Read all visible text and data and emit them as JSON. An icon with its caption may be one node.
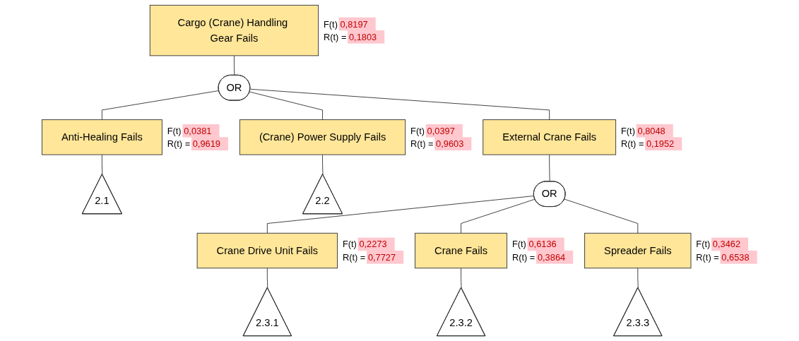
{
  "diagram": {
    "nodes": [
      {
        "text": [
          "Cargo (Crane) Handling Gear Fails"
        ],
        "beside": [
          "F(t) 0,8197",
          "R(t) = 0,1803"
        ]
      },
      {
        "text": [
          "OR"
        ]
      },
      {
        "text": [
          "Anti-Healing Fails"
        ],
        "beside": [
          "F(t) 0,0381",
          "R(t) = 0,9619"
        ]
      },
      {
        "text": [
          "(Crane) Power Supply Fails"
        ],
        "beside": [
          "F(t) 0,0397",
          "R(t) = 0,9603"
        ]
      },
      {
        "text": [
          "External Crane Fails"
        ],
        "beside": [
          "F(t) 0,8048",
          "R(t) = 0,1952"
        ]
      },
      {
        "text": [
          "2.1"
        ]
      },
      {
        "text": [
          "2.2"
        ]
      },
      {
        "text": [
          "OR"
        ]
      },
      {
        "text": [
          "Crane Drive Unit Fails"
        ],
        "beside": [
          "F(t) 0,2273",
          "R(t) = 0,7727"
        ]
      },
      {
        "text": [
          "Crane Fails"
        ],
        "beside": [
          "F(t) 0,6136",
          "R(t) = 0,3864"
        ]
      },
      {
        "text": [
          "Spreader Fails"
        ],
        "beside": [
          "F(t) 0,3462",
          "R(t) = 0,6538"
        ]
      },
      {
        "text": [
          "2.3.1"
        ]
      },
      {
        "text": [
          "2.3.2"
        ]
      },
      {
        "text": [
          "2.3.3"
        ]
      }
    ],
    "edges": [
      {
        "from": 0,
        "to": 1,
        "arrow": "none"
      },
      {
        "from": 1,
        "to": 2,
        "arrow": "none"
      },
      {
        "from": 1,
        "to": 3,
        "arrow": "none"
      },
      {
        "from": 1,
        "to": 4,
        "arrow": "none"
      },
      {
        "from": 2,
        "to": 5,
        "arrow": "none"
      },
      {
        "from": 3,
        "to": 6,
        "arrow": "none"
      },
      {
        "from": 4,
        "to": 7,
        "arrow": "none"
      },
      {
        "from": 7,
        "to": 8,
        "arrow": "none"
      },
      {
        "from": 7,
        "to": 9,
        "arrow": "none"
      },
      {
        "from": 7,
        "to": 10,
        "arrow": "none"
      },
      {
        "from": 8,
        "to": 11,
        "arrow": "none"
      },
      {
        "from": 9,
        "to": 12,
        "arrow": "none"
      },
      {
        "from": 10,
        "to": 13,
        "arrow": "none"
      }
    ]
  }
}
